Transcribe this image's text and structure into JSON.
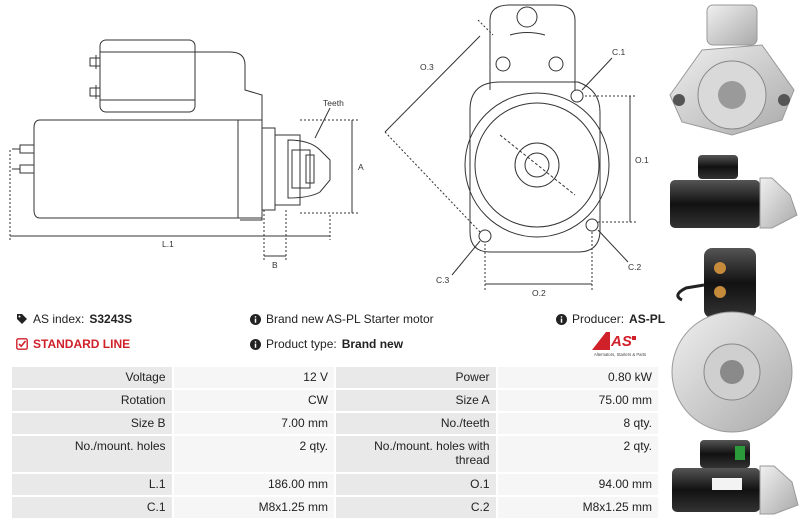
{
  "drawing": {
    "labels": {
      "teeth": "Teeth",
      "a": "A",
      "b": "B",
      "l1": "L.1",
      "o1": "O.1",
      "o2": "O.2",
      "o3": "O.3",
      "c1": "C.1",
      "c2": "C.2",
      "c3": "C.3"
    }
  },
  "info": {
    "as_index_label": "AS index:",
    "as_index_value": "S3243S",
    "description": "Brand new AS-PL Starter motor",
    "producer_label": "Producer:",
    "producer_value": "AS-PL",
    "standard_line": "STANDARD LINE",
    "product_type_label": "Product type:",
    "product_type_value": "Brand new"
  },
  "logo": {
    "text": "AS",
    "tagline": "Alternators, Starters & Parts"
  },
  "specs": [
    {
      "l1": "Voltage",
      "v1": "12 V",
      "l2": "Power",
      "v2": "0.80 kW"
    },
    {
      "l1": "Rotation",
      "v1": "CW",
      "l2": "Size A",
      "v2": "75.00 mm"
    },
    {
      "l1": "Size B",
      "v1": "7.00 mm",
      "l2": "No./teeth",
      "v2": "8 qty."
    },
    {
      "l1": "No./mount. holes",
      "v1": "2 qty.",
      "l2": "No./mount. holes with thread",
      "v2": "2 qty."
    },
    {
      "l1": "L.1",
      "v1": "186.00 mm",
      "l2": "O.1",
      "v2": "94.00 mm"
    },
    {
      "l1": "C.1",
      "v1": "M8x1.25 mm",
      "l2": "C.2",
      "v2": "M8x1.25 mm"
    }
  ],
  "colors": {
    "accent_red": "#d0202a",
    "label_bg": "#e9e9e9",
    "value_bg": "#f6f6f6"
  }
}
